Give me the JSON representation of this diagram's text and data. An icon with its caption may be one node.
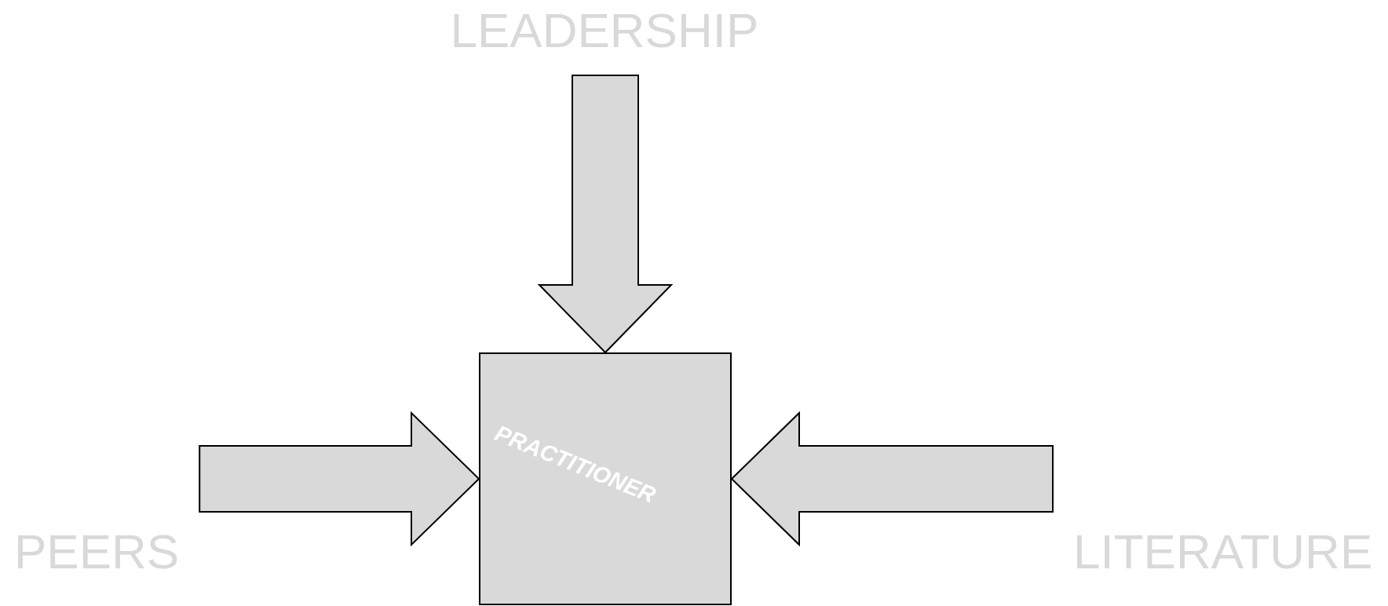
{
  "diagram": {
    "nodes": [
      {
        "text": [
          "LEADERSHIP"
        ]
      },
      {
        "text": [
          "PEERS"
        ]
      },
      {
        "text": [
          "LITERATURE"
        ]
      },
      {
        "text": [
          "PRACTITIONER"
        ]
      }
    ],
    "edges": [
      {
        "from": 0,
        "to": 3,
        "arrow": "to"
      },
      {
        "from": 1,
        "to": 3,
        "arrow": "to"
      },
      {
        "from": 2,
        "to": 3,
        "arrow": "to"
      }
    ]
  }
}
